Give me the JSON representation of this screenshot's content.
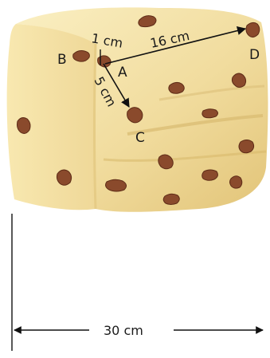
{
  "diagram": {
    "points": {
      "a": "A",
      "b": "B",
      "c": "C",
      "d": "D"
    },
    "distances": {
      "a_to_b": "1 cm",
      "a_to_c": "5 cm",
      "a_to_d": "16 cm",
      "width": "30 cm"
    },
    "colors": {
      "dough_light": "#f7e9b4",
      "dough_mid": "#ecd38e",
      "dough_shadow": "#dcbd6f",
      "raisin": "#8a4a2c",
      "raisin_dark": "#5e2c17",
      "line": "#111111"
    }
  }
}
